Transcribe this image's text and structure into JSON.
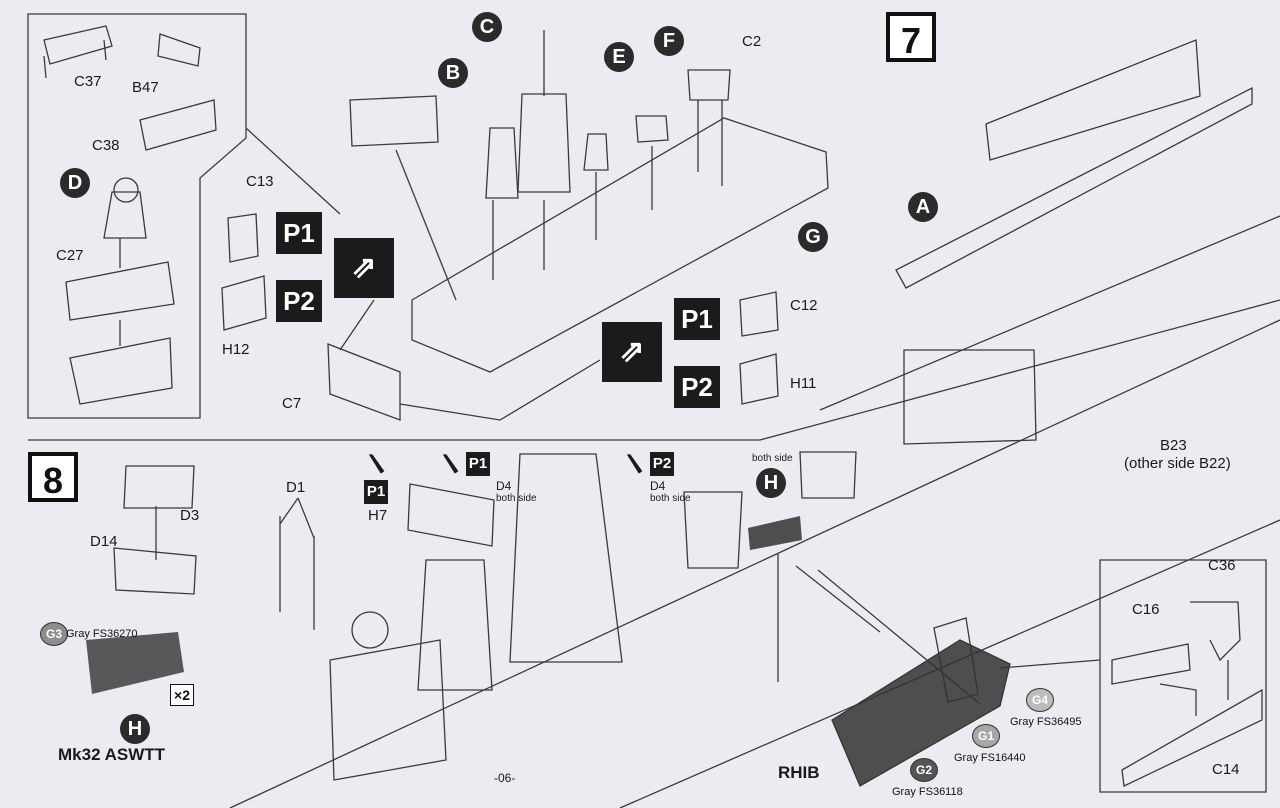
{
  "page_number": "-06-",
  "steps": {
    "step7": "7",
    "step8": "8"
  },
  "step7_parts": {
    "c37": "C37",
    "b47": "B47",
    "c38": "C38",
    "d_bullet": "D",
    "c27": "C27",
    "c13": "C13",
    "h12": "H12",
    "c7": "C7",
    "c12": "C12",
    "h11": "H11",
    "b_bullet": "B",
    "c_bullet": "C",
    "e_bullet": "E",
    "f_bullet": "F",
    "c2": "C2",
    "g_bullet": "G",
    "a_bullet": "A"
  },
  "badges": {
    "p1": "P1",
    "p2": "P2"
  },
  "step8_parts": {
    "d3": "D3",
    "d14": "D14",
    "d1": "D1",
    "h7": "H7",
    "d4": "D4",
    "both_side": "both side",
    "h_bullet": "H",
    "b23": "B23",
    "b23_note": "(other side B22)",
    "c36": "C36",
    "c16": "C16",
    "c14": "C14",
    "rhib": "RHIB",
    "times": "×2",
    "mk32": "Mk32 ASWTT"
  },
  "paints": {
    "g3": {
      "code": "G3",
      "name": "Gray FS36270",
      "color": "#8d8d8d"
    },
    "g4": {
      "code": "G4",
      "name": "Gray FS36495",
      "color": "#bcbcbc"
    },
    "g1": {
      "code": "G1",
      "name": "Gray FS16440",
      "color": "#a7a7a7"
    },
    "g2": {
      "code": "G2",
      "name": "Gray FS36118",
      "color": "#555555"
    }
  },
  "colors": {
    "ink": "#1b1b1b",
    "paper": "#ecebf2",
    "line": "#3a3a3a"
  }
}
